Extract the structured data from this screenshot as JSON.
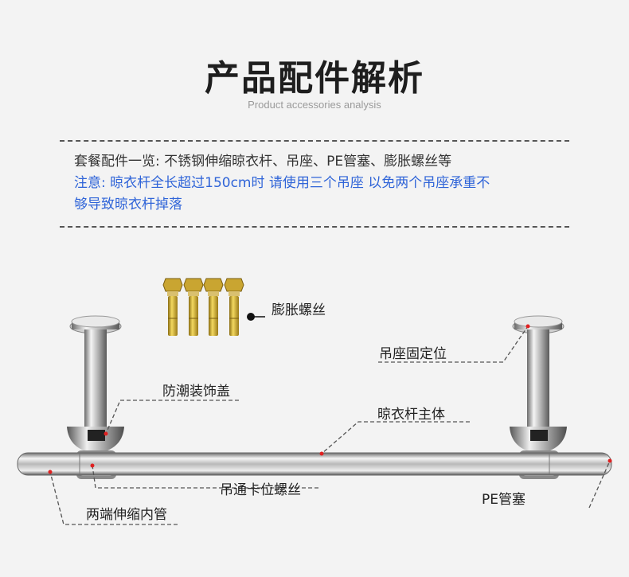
{
  "header": {
    "title": "产品配件解析",
    "subtitle": "Product accessories analysis"
  },
  "info": {
    "line1": "套餐配件一览: 不锈钢伸缩晾衣杆、吊座、PE管塞、膨胀螺丝等",
    "notice_line1": "注意: 晾衣杆全长超过150cm时 请使用三个吊座 以免两个吊座承重不",
    "notice_line2": "够导致晾衣杆掉落"
  },
  "callouts": {
    "expansion_screw": "膨胀螺丝",
    "mount_fixing": "吊座固定位",
    "moisture_cover": "防潮装饰盖",
    "rod_body": "晾衣杆主体",
    "clamp_screw": "吊通卡位螺丝",
    "pe_plug": "PE管塞",
    "inner_tube": "两端伸缩内管"
  },
  "colors": {
    "notice": "#2f64d8",
    "marker": "#e02020"
  }
}
